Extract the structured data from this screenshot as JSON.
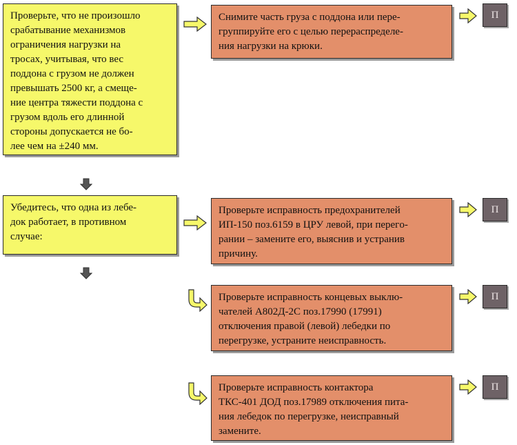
{
  "steps": [
    {
      "condition": "Проверьте, что не произошло\nсрабатывание механизмов\nограничения  нагрузки на\nтросах, учитывая, что вес\nподдона  с грузом  не должен\nпревышать 2500 кг, а смеще-\nние центра тяжести поддона с\nгрузом  вдоль его длинной\nстороны допускается не бо-\nлее чем на  ±240 мм.",
      "action": "Снимите часть груза с поддона или пере-\nгруппируйте  его с целью перераспределе-\nния  нагрузки  на крюки.",
      "result_label": "П"
    },
    {
      "condition": "Убедитесь, что одна из лебе-\nдок работает, в противном\nслучае:",
      "action": "Проверьте исправность  предохранителей\nИП-150 поз.6159 в ЦРУ левой, при перегo-\nрании – замените его, выяснив и устранив\nпричину.",
      "result_label": "П"
    },
    {
      "action": "Проверьте исправность концевых выклю-\nчателей А802Д-2С поз.17990 (17991)\nотключения  правой (левой) лебедки по\nперегрузке, устраните неисправность.",
      "result_label": "П"
    },
    {
      "action": "Проверьте  исправность контактора\nТКС-401 ДОД поз.17989 отключения пита-\nния лебедок по перегрузке, неисправный\nзамените.",
      "result_label": "П"
    }
  ],
  "colors": {
    "condition_fill": "#f6f86a",
    "action_fill": "#e38f6a",
    "result_fill": "#6e6266",
    "arrow_fill": "#f6f86a",
    "down_arrow_fill": "#555555"
  }
}
